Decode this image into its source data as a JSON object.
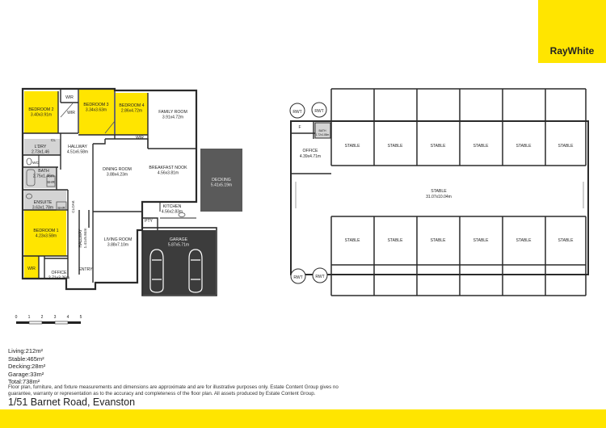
{
  "brand": {
    "name": "RayWhite",
    "color": "#ffe500"
  },
  "colors": {
    "bedroom": "#ffe500",
    "deck": "#5a5a5a",
    "garage": "#3c3c3c",
    "wall": "#2a2a2a",
    "floor": "#ffffff",
    "wet": "#d4d4d4",
    "footer": "#ffe500"
  },
  "rooms": {
    "bed2": {
      "name": "BEDROOM 2",
      "dim": "3.40x3.91m"
    },
    "bed3": {
      "name": "BEDROOM 3",
      "dim": "3.34x3.63m"
    },
    "bed4": {
      "name": "BEDROOM 4",
      "dim": "2.86x4.72m"
    },
    "family": {
      "name": "FAMILY ROOM",
      "dim": "3.91x4.72m"
    },
    "ldry": {
      "name": "L'DRY",
      "dim": "2.73x1.46"
    },
    "cl": {
      "name": "CL"
    },
    "wc": {
      "name": "WC"
    },
    "wir_a": {
      "name": "WIR"
    },
    "wir_b": {
      "name": "WIR"
    },
    "wir_c": {
      "name": "WIR"
    },
    "wir_d": {
      "name": "WIR"
    },
    "hallway": {
      "name": "HALLWAY",
      "dim": "4.51x6.58m"
    },
    "dining": {
      "name": "DINING ROOM",
      "dim": "3.88x4.23m"
    },
    "nook": {
      "name": "BREAKFAST NOOK",
      "dim": "4.56x3.81m"
    },
    "decking": {
      "name": "DECKING",
      "dim": "5.41x5.19m"
    },
    "bath": {
      "name": "BATH",
      "dim": "2.75x1.46m"
    },
    "shr": {
      "name": "SHR"
    },
    "shr2": {
      "name": "SHR"
    },
    "ensuite": {
      "name": "ENSUITE",
      "dim": "3.63x1.78m"
    },
    "cloak": {
      "name": "CLOAK"
    },
    "kitchen": {
      "name": "KITCHEN",
      "dim": "4.56x2.83m"
    },
    "pty": {
      "name": "PTY"
    },
    "bed1": {
      "name": "BEDROOM 1",
      "dim": "4.23x3.58m"
    },
    "hallway2": {
      "name": "HALLWAY",
      "dim": "1.41x5.84m"
    },
    "living": {
      "name": "LIVING ROOM",
      "dim": "3.88x7.10m"
    },
    "garage": {
      "name": "GARAGE",
      "dim": "5.87x5.71m"
    },
    "entry": {
      "name": "ENTRY"
    },
    "office": {
      "name": "OFFICE",
      "dim": "2.71x3.26m"
    }
  },
  "stable_plan": {
    "rwt": "RWT",
    "f": "F",
    "bath_small": {
      "name": "BATH",
      "dim": "1.72x1.88m"
    },
    "office": {
      "name": "OFFICE",
      "dim": "4.39x4.71m"
    },
    "stall_label": "STABLE",
    "aisle": {
      "name": "STABLE",
      "dim": "31.07x10.04m"
    }
  },
  "scale_labels": [
    "0",
    "1",
    "2",
    "3",
    "4",
    "5"
  ],
  "stats": [
    "Living:212m²",
    "Stable:465m²",
    "Decking:28m²",
    "Garage:33m²",
    "Total:738m²"
  ],
  "disclaimer": "Floor plan, furniture, and fixture measurements and dimensions are approximate and are for illustrative purposes only. Estate Content Group gives no guarantee, warranty or representation as to the accuracy and completeness of the floor plan. All assets produced by Estate Content Group.",
  "address": "1/51 Barnet Road, Evanston"
}
